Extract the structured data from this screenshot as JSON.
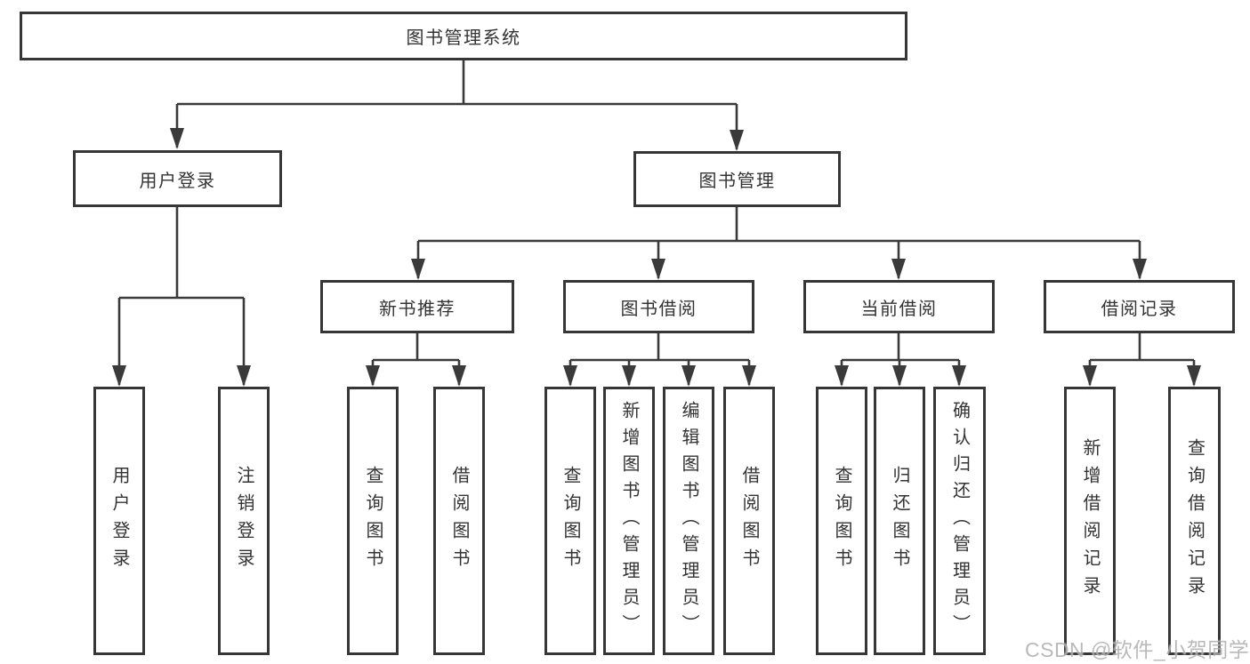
{
  "diagram": {
    "root": {
      "label": "图书管理系统"
    },
    "level2": [
      {
        "label": "用户登录",
        "children": [
          {
            "label": "用户登录"
          },
          {
            "label": "注销登录"
          }
        ]
      },
      {
        "label": "图书管理",
        "children": [
          {
            "label": "新书推荐",
            "children": [
              {
                "label": "查询图书"
              },
              {
                "label": "借阅图书"
              }
            ]
          },
          {
            "label": "图书借阅",
            "children": [
              {
                "label": "查询图书"
              },
              {
                "label": "新增图书（管理员）"
              },
              {
                "label": "编辑图书（管理员）"
              },
              {
                "label": "借阅图书"
              }
            ]
          },
          {
            "label": "当前借阅",
            "children": [
              {
                "label": "查询图书"
              },
              {
                "label": "归还图书"
              },
              {
                "label": "确认归还（管理员）"
              }
            ]
          },
          {
            "label": "借阅记录",
            "children": [
              {
                "label": "新增借阅记录"
              },
              {
                "label": "查询借阅记录"
              }
            ]
          }
        ]
      }
    ]
  },
  "watermark": {
    "text": "CSDN @软件_小贺同学"
  },
  "colors": {
    "background": "#ffffff",
    "line": "#3a3a3a",
    "box-border": "#363636",
    "text": "#333333",
    "watermark": "#b0b0b0"
  }
}
